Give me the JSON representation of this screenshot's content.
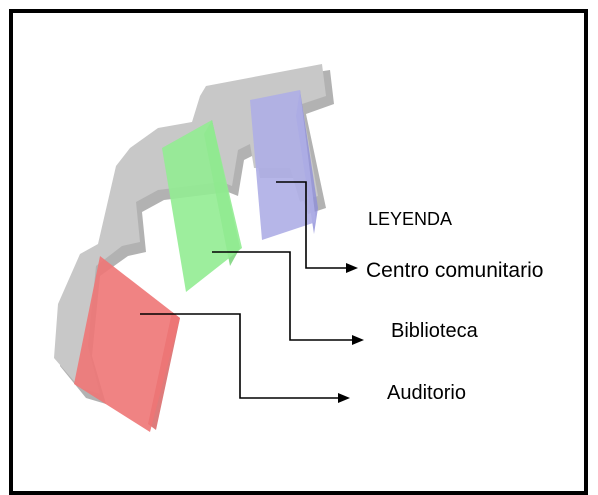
{
  "legend": {
    "title": "LEYENDA",
    "items": [
      {
        "label": "Centro comunitario",
        "color": "#aeaee6"
      },
      {
        "label": "Biblioteca",
        "color": "#92ec92"
      },
      {
        "label": "Auditorio",
        "color": "#ee7676"
      }
    ]
  },
  "colors": {
    "structure": "#c8c8c8",
    "structure_shadow": "#a4a4a4",
    "frame": "#000000"
  }
}
